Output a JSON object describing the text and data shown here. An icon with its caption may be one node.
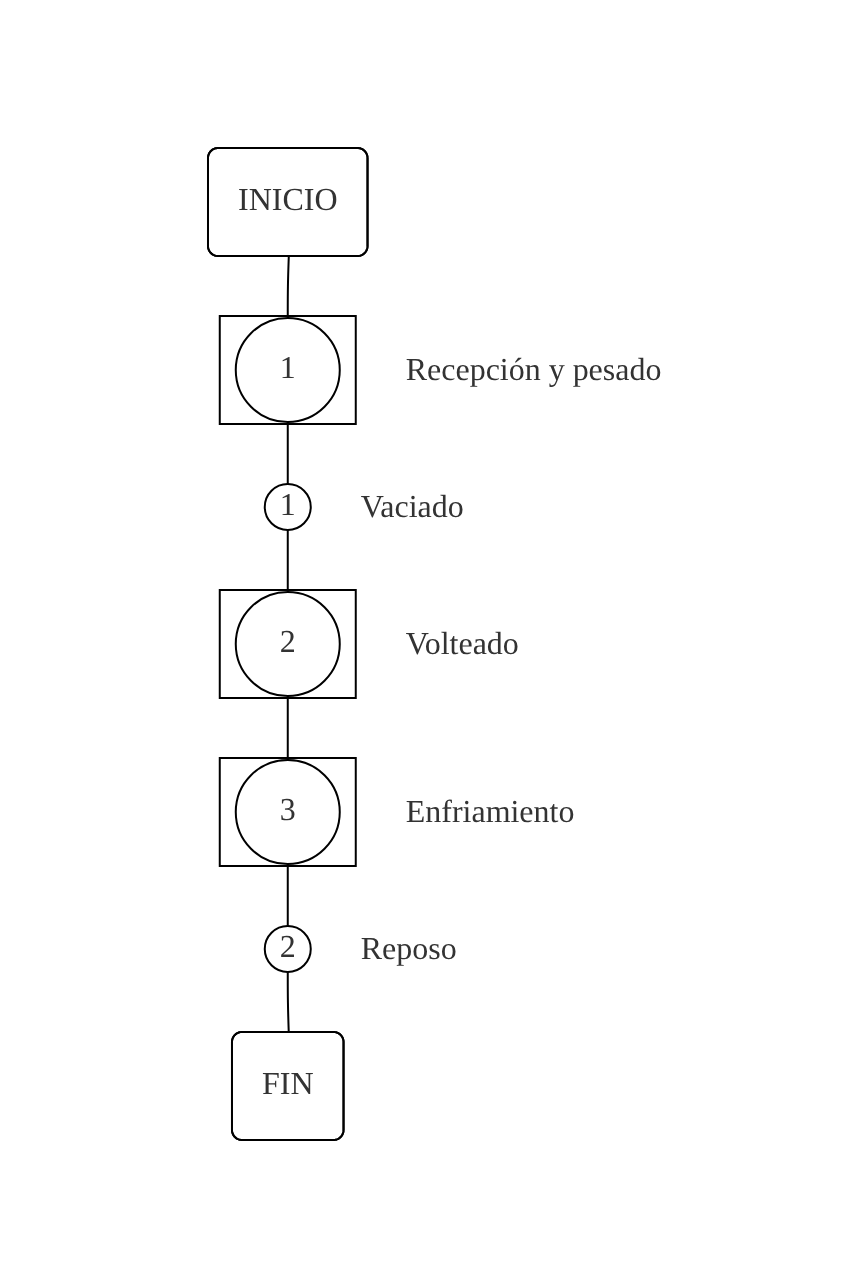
{
  "diagram": {
    "nodes": [
      {
        "text": [
          "INICIO"
        ]
      },
      {
        "text": [
          "1"
        ],
        "beside": [
          "Recepción y pesado"
        ]
      },
      {
        "text": [
          "1"
        ],
        "beside": [
          "Vaciado"
        ]
      },
      {
        "text": [
          "2"
        ],
        "beside": [
          "Volteado"
        ]
      },
      {
        "text": [
          "3"
        ],
        "beside": [
          "Enfriamiento"
        ]
      },
      {
        "text": [
          "2"
        ],
        "beside": [
          "Reposo"
        ]
      },
      {
        "text": [
          "FIN"
        ]
      }
    ],
    "edges": [
      {
        "from": 0,
        "to": 1,
        "arrow": "none"
      },
      {
        "from": 1,
        "to": 2,
        "arrow": "none"
      },
      {
        "from": 2,
        "to": 3,
        "arrow": "none"
      },
      {
        "from": 3,
        "to": 4,
        "arrow": "none"
      },
      {
        "from": 4,
        "to": 5,
        "arrow": "none"
      },
      {
        "from": 5,
        "to": 6,
        "arrow": "none"
      }
    ]
  }
}
